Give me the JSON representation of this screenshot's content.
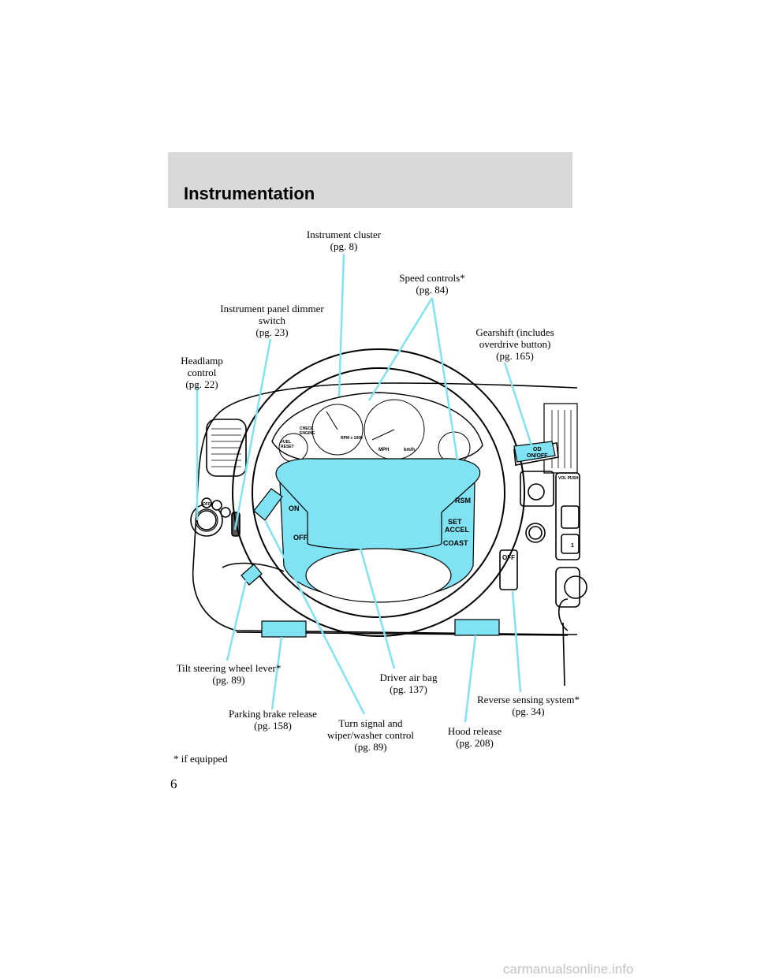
{
  "header": {
    "title": "Instrumentation",
    "color": "#d9d9d9"
  },
  "callout_color": "#7fe3f3",
  "labels": {
    "instrument_cluster": [
      "Instrument cluster",
      "(pg. 8)"
    ],
    "speed_controls": [
      "Speed controls*",
      "(pg. 84)"
    ],
    "dimmer": [
      "Instrument panel dimmer",
      "switch",
      "(pg. 23)"
    ],
    "gearshift": [
      "Gearshift (includes",
      "overdrive button)",
      "(pg. 165)"
    ],
    "headlamp": [
      "Headlamp",
      "control",
      "(pg. 22)"
    ],
    "tilt": [
      "Tilt steering wheel lever*",
      "(pg. 89)"
    ],
    "airbag": [
      "Driver air bag",
      "(pg. 137)"
    ],
    "reverse": [
      "Reverse sensing system*",
      "(pg. 34)"
    ],
    "parking": [
      "Parking brake release",
      "(pg. 158)"
    ],
    "turn": [
      "Turn signal and",
      "wiper/washer control",
      "(pg. 89)"
    ],
    "hood": [
      "Hood release",
      "(pg. 208)"
    ]
  },
  "diagram_text": {
    "wheel_on": "ON",
    "wheel_off": "OFF",
    "rsm": "RSM",
    "set_accel_1": "SET",
    "set_accel_2": "ACCEL",
    "coast": "COAST",
    "od_1": "OD",
    "od_2": "ON/OFF",
    "reverse_off": "OFF",
    "mph": "MPH",
    "kmh": "km/h",
    "rpm": "RPM x 1000",
    "check_engine_1": "CHECK",
    "check_engine_2": "ENGINE",
    "fuel_1": "FUEL",
    "fuel_2": "RESET",
    "headlamp_off": "OFF",
    "vol_push": "VOL PUSH",
    "radio_1": "1"
  },
  "footnote": "* if equipped",
  "page_number": "6",
  "watermark": "carmanualsonline.info"
}
